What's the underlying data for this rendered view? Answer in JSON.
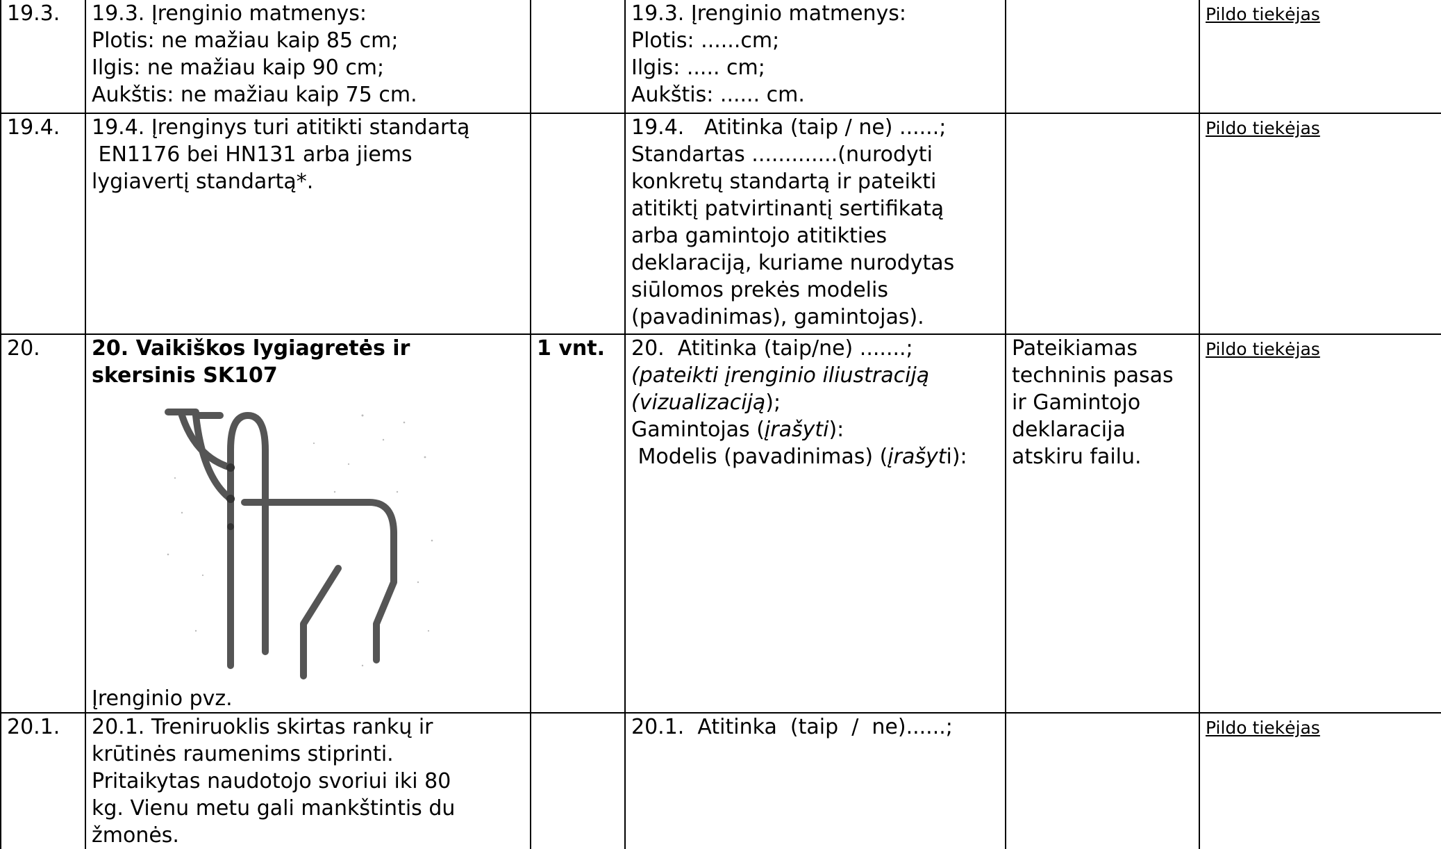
{
  "rows": [
    {
      "num": "19.3.",
      "requirement_lines": [
        "19.3. Įrenginio matmenys:",
        "Plotis: ne mažiau kaip 85 cm;",
        "Ilgis: ne mažiau kaip 90 cm;",
        "Aukštis: ne mažiau kaip 75 cm."
      ],
      "quantity": "",
      "offer_lines": [
        "19.3. Įrenginio matmenys:",
        "Plotis: ......cm;",
        "Ilgis: ..... cm;",
        "Aukštis: ...... cm."
      ],
      "documents": "",
      "filled_by": "Pildo tiekėjas"
    },
    {
      "num": "19.4.",
      "requirement_lines": [
        "19.4. Įrenginys turi atitikti standartą",
        " EN1176 bei HN131 arba jiems",
        "lygiavertį standartą*."
      ],
      "quantity": "",
      "offer_lines": [
        "19.4.   Atitinka (taip / ne) ......;",
        "Standartas .............(nurodyti",
        "konkretų standartą ir pateikti",
        "atitiktį patvirtinantį sertifikatą",
        "arba gamintojo atitikties",
        "deklaraciją, kuriame nurodytas",
        "siūlomos prekės modelis",
        "(pavadinimas), gamintojas)."
      ],
      "documents": "",
      "filled_by": "Pildo tiekėjas"
    },
    {
      "num": "20.",
      "title_lines": [
        "20. Vaikiškos lygiagretės ir",
        "skersinis SK107"
      ],
      "image_caption": "Įrenginio pvz.",
      "quantity": "1 vnt.",
      "offer": {
        "line1": "20.  Atitinka (taip/ne) .......;",
        "line2": "(pateikti įrenginio iliustraciją",
        "line3": "(vizualizaciją",
        "line3_tail": ");",
        "line4_a": "Gamintojas (",
        "line4_b": "įrašyti",
        "line4_c": "):",
        "line5_a": " Modelis (pavadinimas) (",
        "line5_b": "įrašyt",
        "line5_c": "i):"
      },
      "documents_lines": [
        "Pateikiamas",
        "techninis pasas",
        "ir Gamintojo",
        "deklaracija",
        "atskiru failu."
      ],
      "filled_by": "Pildo tiekėjas"
    },
    {
      "num": "20.1.",
      "requirement_lines": [
        "20.1. Treniruoklis skirtas rankų ir",
        "krūtinės raumenims stiprinti.",
        "Pritaikytas naudotojo svoriui iki 80",
        "kg. Vienu metu gali mankštintis du",
        "žmonės."
      ],
      "quantity": "",
      "offer_lines": [
        "20.1.  Atitinka  (taip  /  ne)......;"
      ],
      "documents": "",
      "filled_by": "Pildo tiekėjas"
    }
  ]
}
